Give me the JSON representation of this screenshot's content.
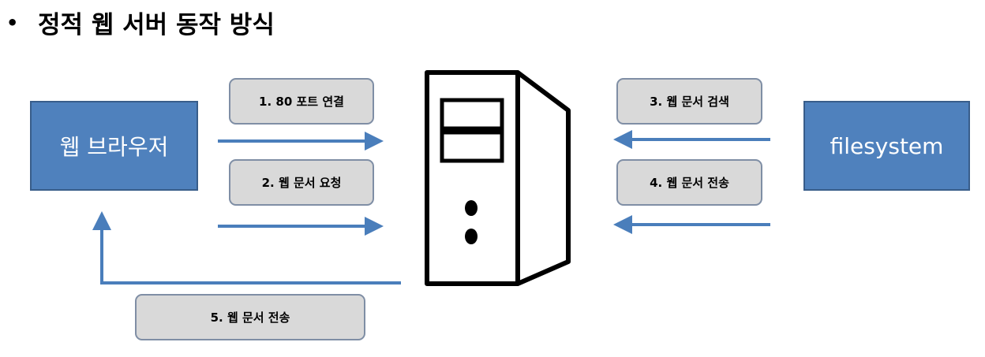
{
  "title": "정적 웹 서버 동작 방식",
  "nodes": {
    "browser": "웹 브라우저",
    "filesystem": "filesystem"
  },
  "steps": {
    "step1": "1. 80  포트 연결",
    "step2": "2. 웹 문서 요청",
    "step3": "3. 웹 문서 검색",
    "step4": "4. 웹 문서 전송",
    "step5": "5. 웹 문서 전송"
  },
  "colors": {
    "node_fill": "#4f81bd",
    "arrow": "#4a7ebb",
    "label_fill": "#d9d9d9"
  },
  "icons": {
    "server": "server-tower-icon",
    "bullet": "bullet-icon"
  }
}
